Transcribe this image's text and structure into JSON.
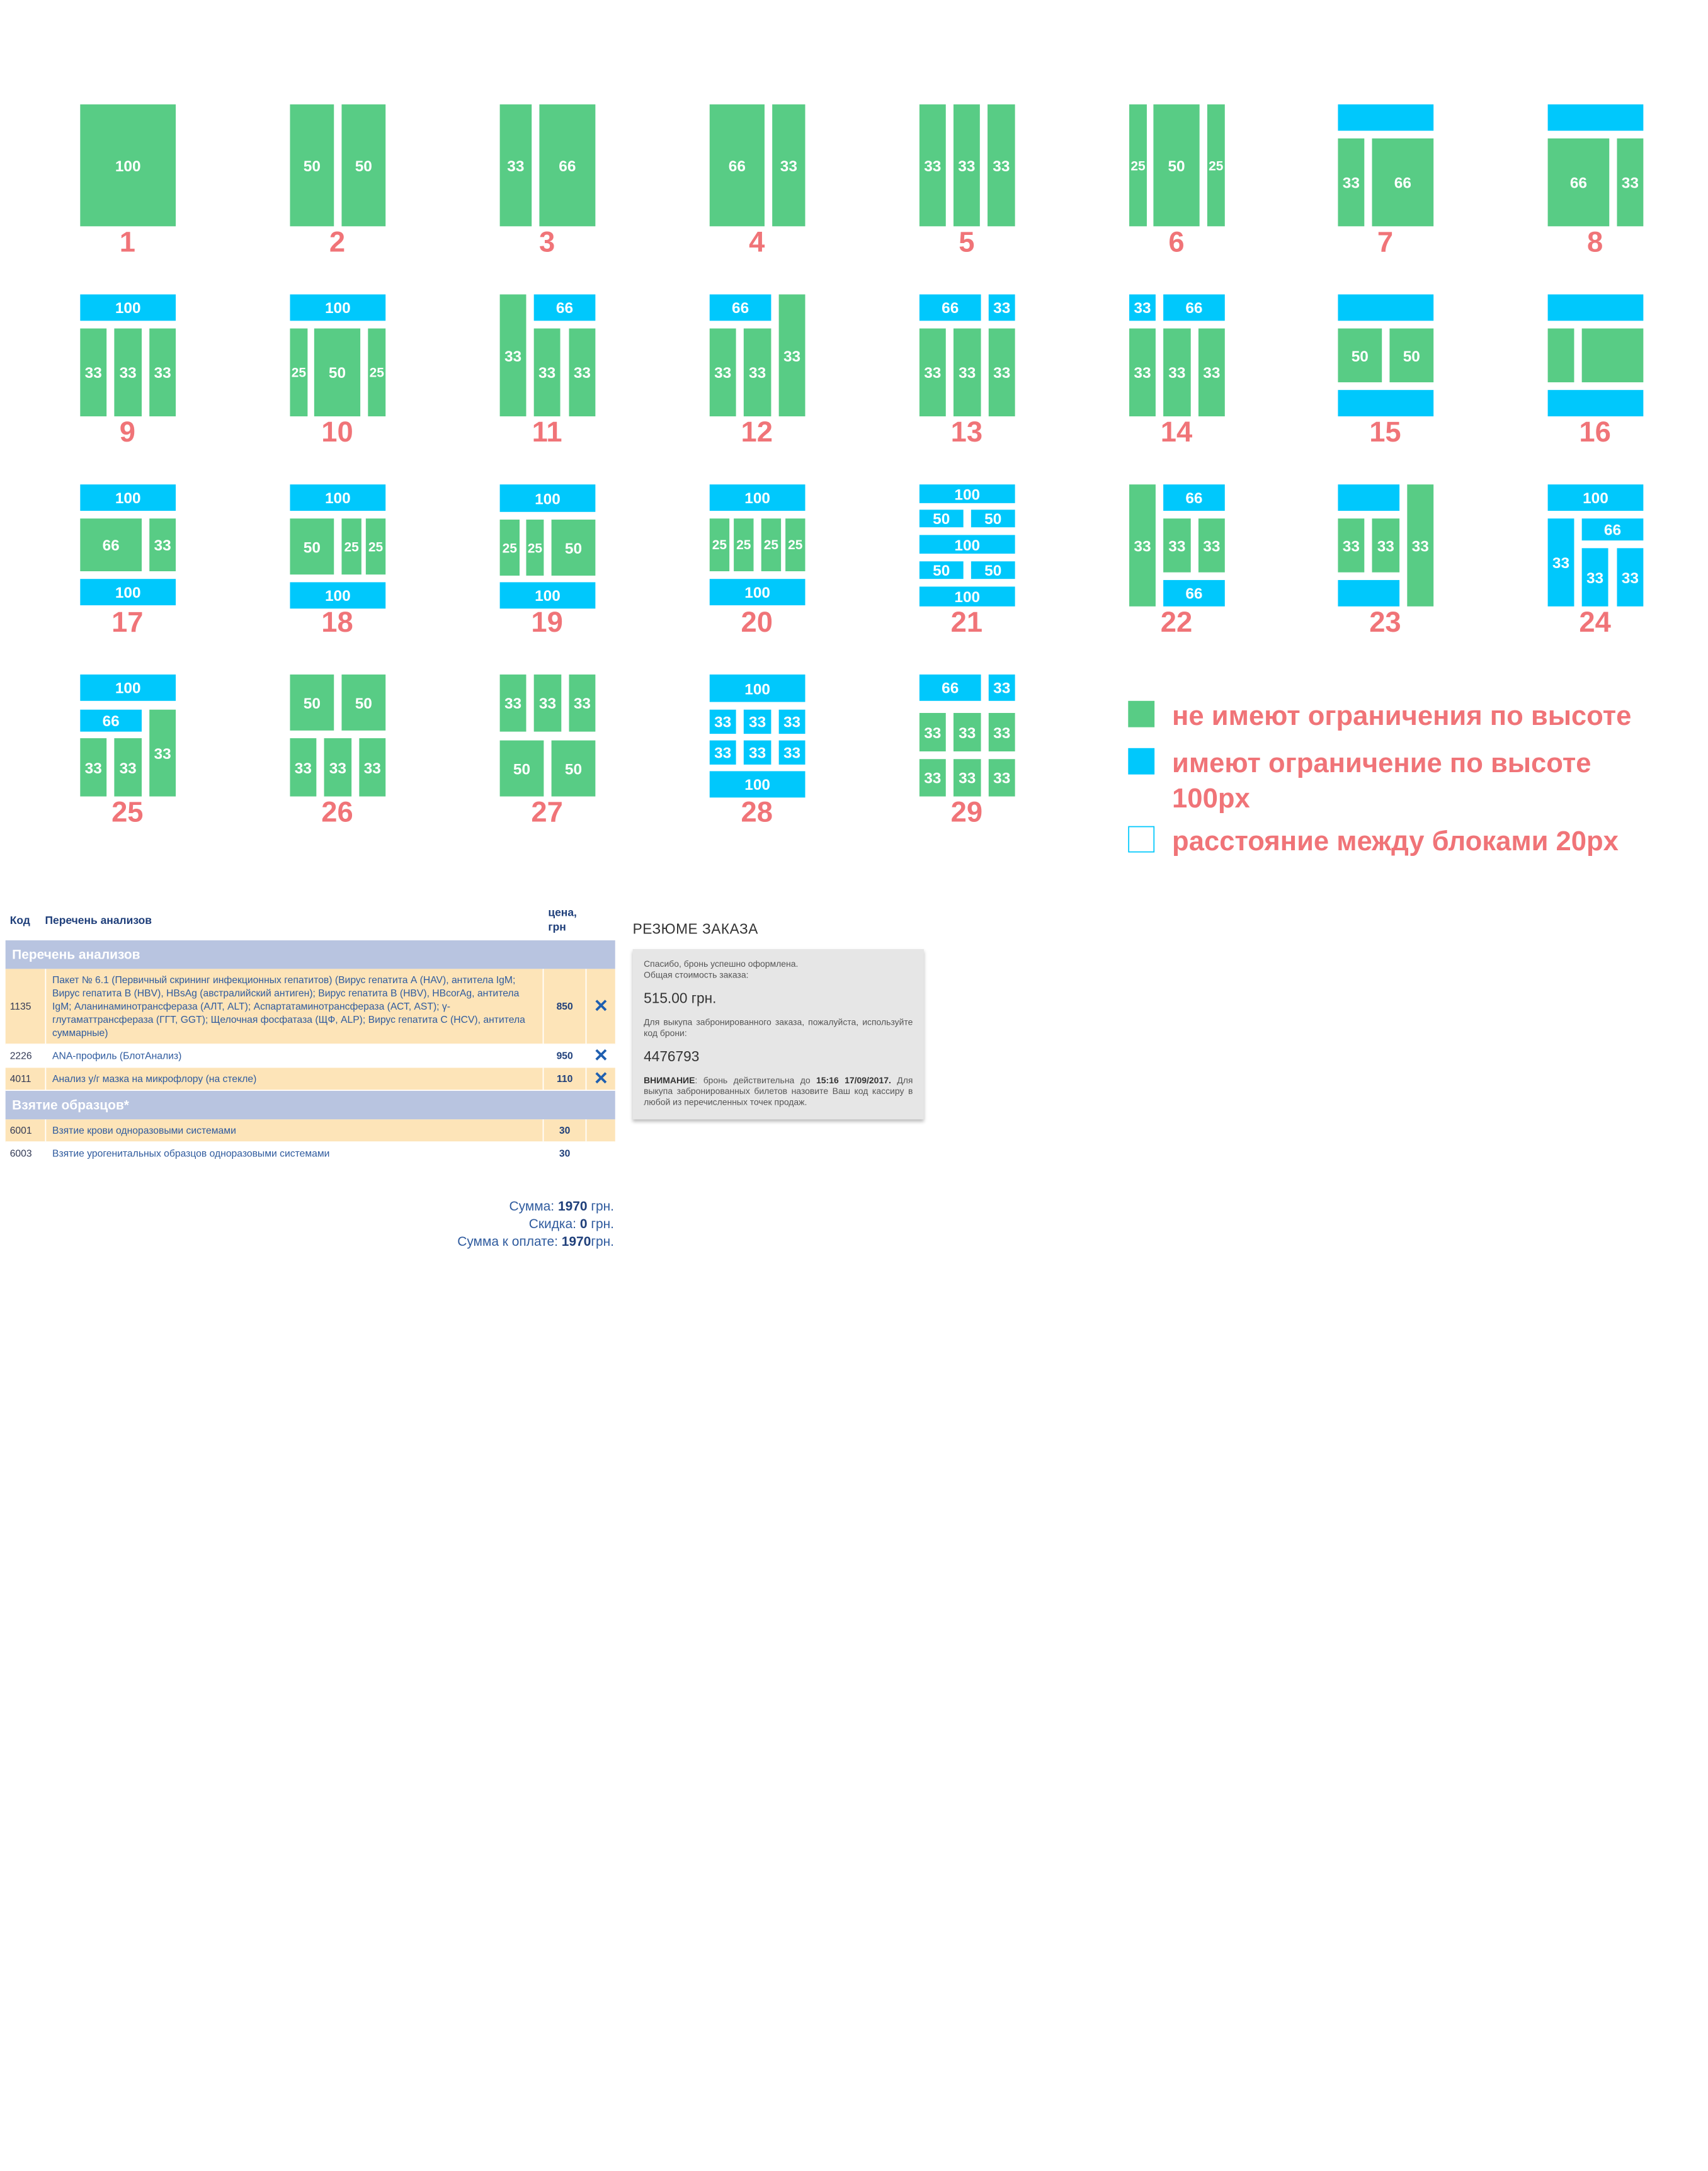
{
  "layouts": [
    {
      "number": "1"
    },
    {
      "number": "2"
    },
    {
      "number": "3"
    },
    {
      "number": "4"
    },
    {
      "number": "5"
    },
    {
      "number": "6"
    },
    {
      "number": "7"
    },
    {
      "number": "8"
    },
    {
      "number": "9"
    },
    {
      "number": "10"
    },
    {
      "number": "11"
    },
    {
      "number": "12"
    },
    {
      "number": "13"
    },
    {
      "number": "14"
    },
    {
      "number": "15"
    },
    {
      "number": "16"
    },
    {
      "number": "17"
    },
    {
      "number": "18"
    },
    {
      "number": "19"
    },
    {
      "number": "20"
    },
    {
      "number": "21"
    },
    {
      "number": "22"
    },
    {
      "number": "23"
    },
    {
      "number": "24"
    },
    {
      "number": "25"
    },
    {
      "number": "26"
    },
    {
      "number": "27"
    },
    {
      "number": "28"
    },
    {
      "number": "29"
    }
  ],
  "legend": {
    "green_color": "#58cc85",
    "cyan_color": "#00c8fc",
    "green_label": "не имеют ограничения по высоте",
    "cyan_label": "имеют ограничение по высоте 100px",
    "gap_label": "расстояние между блоками 20px"
  },
  "order_table": {
    "headers": {
      "code": "Код",
      "name": "Перечень анализов",
      "price": "цена, грн"
    },
    "sections": [
      {
        "title": "Перечень анализов",
        "rows": [
          {
            "code": "1135",
            "name": "Пакет № 6.1 (Первичный скрининг инфекционных гепатитов) (Вирус гепатита А (HAV), антитела IgM; Вирус гепатита В (HBV), HBsAg (австралийский антиген); Вирус гепатита В (HBV), HBcorAg, антитела IgM; Аланинаминотрансфераза (АЛТ, ALT); Аспартатаминотрансфераза (АСТ, AST); γ-глутаматтрансфераза (ГГТ, GGT); Щелочная фосфатаза (ЩФ, ALP); Вирус гепатита С (HCV), антитела суммарные)",
            "price": "850",
            "remove": "✕"
          },
          {
            "code": "2226",
            "name": "ANA-профиль (БлотАнализ)",
            "price": "950",
            "remove": "✕"
          },
          {
            "code": "4011",
            "name": "Анализ у/г мазка на микрофлору (на стекле)",
            "price": "110",
            "remove": "✕"
          }
        ]
      },
      {
        "title": "Взятие образцов*",
        "rows": [
          {
            "code": "6001",
            "name": "Взятие крови одноразовыми системами",
            "price": "30",
            "remove": ""
          },
          {
            "code": "6003",
            "name": "Взятие урогенитальных образцов одноразовыми системами",
            "price": "30",
            "remove": ""
          }
        ]
      }
    ],
    "totals": {
      "sum_label": "Сумма:",
      "sum_value": "1970",
      "sum_unit": "грн.",
      "discount_label": "Скидка:",
      "discount_value": "0",
      "discount_unit": "грн.",
      "to_pay_label": "Сумма к оплате:",
      "to_pay_value": "1970",
      "to_pay_unit": "грн."
    }
  },
  "order_summary": {
    "title": "РЕЗЮМЕ ЗАКАЗА",
    "thanks": "Спасибо, бронь успешно оформлена.",
    "total_label": "Общая стоимость заказа:",
    "total_value": "515.00 грн.",
    "code_hint": "Для выкупа забронированного заказа, пожалуйста, используйте код брони:",
    "booking_code": "4476793",
    "warning_label": "ВНИМАНИЕ",
    "warning_pre": ": бронь действительна до ",
    "warning_deadline": "15:16 17/09/2017.",
    "warning_post": " Для выкупа забронированных билетов назовите Ваш код кассиру в любой из перечисленных точек продаж."
  }
}
